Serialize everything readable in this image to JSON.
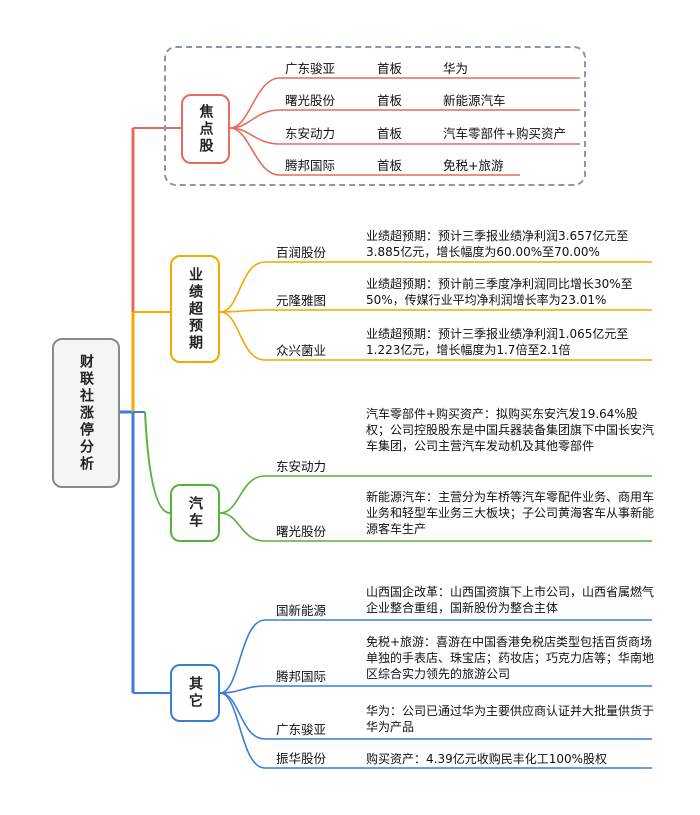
{
  "root": {
    "title": "财联社涨停分析"
  },
  "focus": {
    "label": "焦点股",
    "rows": [
      {
        "name": "广东骏亚",
        "board": "首板",
        "reason": "华为"
      },
      {
        "name": "曙光股份",
        "board": "首板",
        "reason": "新能源汽车"
      },
      {
        "name": "东安动力",
        "board": "首板",
        "reason": "汽车零部件+购买资产"
      },
      {
        "name": "腾邦国际",
        "board": "首板",
        "reason": "免税+旅游"
      }
    ]
  },
  "performance": {
    "label": "业绩超预期",
    "items": [
      {
        "name": "百润股份",
        "text": "业绩超预期：预计三季报业绩净利润3.657亿元至3.885亿元，增长幅度为60.00%至70.00%"
      },
      {
        "name": "元隆雅图",
        "text": "业绩超预期：预计前三季度净利润同比增长30%至50%，传媒行业平均净利润增长率为23.01%"
      },
      {
        "name": "众兴菌业",
        "text": "业绩超预期：预计三季报业绩净利润1.065亿元至1.223亿元，增长幅度为1.7倍至2.1倍"
      }
    ]
  },
  "auto": {
    "label": "汽车",
    "items": [
      {
        "name": "东安动力",
        "text": "汽车零部件+购买资产：拟购买东安汽发19.64%股权；公司控股股东是中国兵器装备集团旗下中国长安汽车集团，公司主营汽车发动机及其他零部件"
      },
      {
        "name": "曙光股份",
        "text": "新能源汽车：主营分为车桥等汽车零配件业务、商用车业务和轻型车业务三大板块；子公司黄海客车从事新能源客车生产"
      }
    ]
  },
  "other": {
    "label": "其它",
    "items": [
      {
        "name": "国新能源",
        "text": "山西国企改革：山西国资旗下上市公司，山西省属燃气企业整合重组，国新股份为整合主体"
      },
      {
        "name": "腾邦国际",
        "text": "免税+旅游：喜游在中国香港免税店类型包括百货商场单独的手表店、珠宝店；药妆店；巧克力店等；华南地区综合实力领先的旅游公司"
      },
      {
        "name": "广东骏亚",
        "text": "华为：公司已通过华为主要供应商认证并大批量供货于华为产品"
      },
      {
        "name": "振华股份",
        "text": "购买资产：4.39亿元收购民丰化工100%股权"
      }
    ]
  },
  "colors": {
    "focus": "#e96a5c",
    "performance": "#f2a900",
    "auto": "#5bb13f",
    "other": "#3d7dd6",
    "root_border": "#8a8a8a"
  }
}
